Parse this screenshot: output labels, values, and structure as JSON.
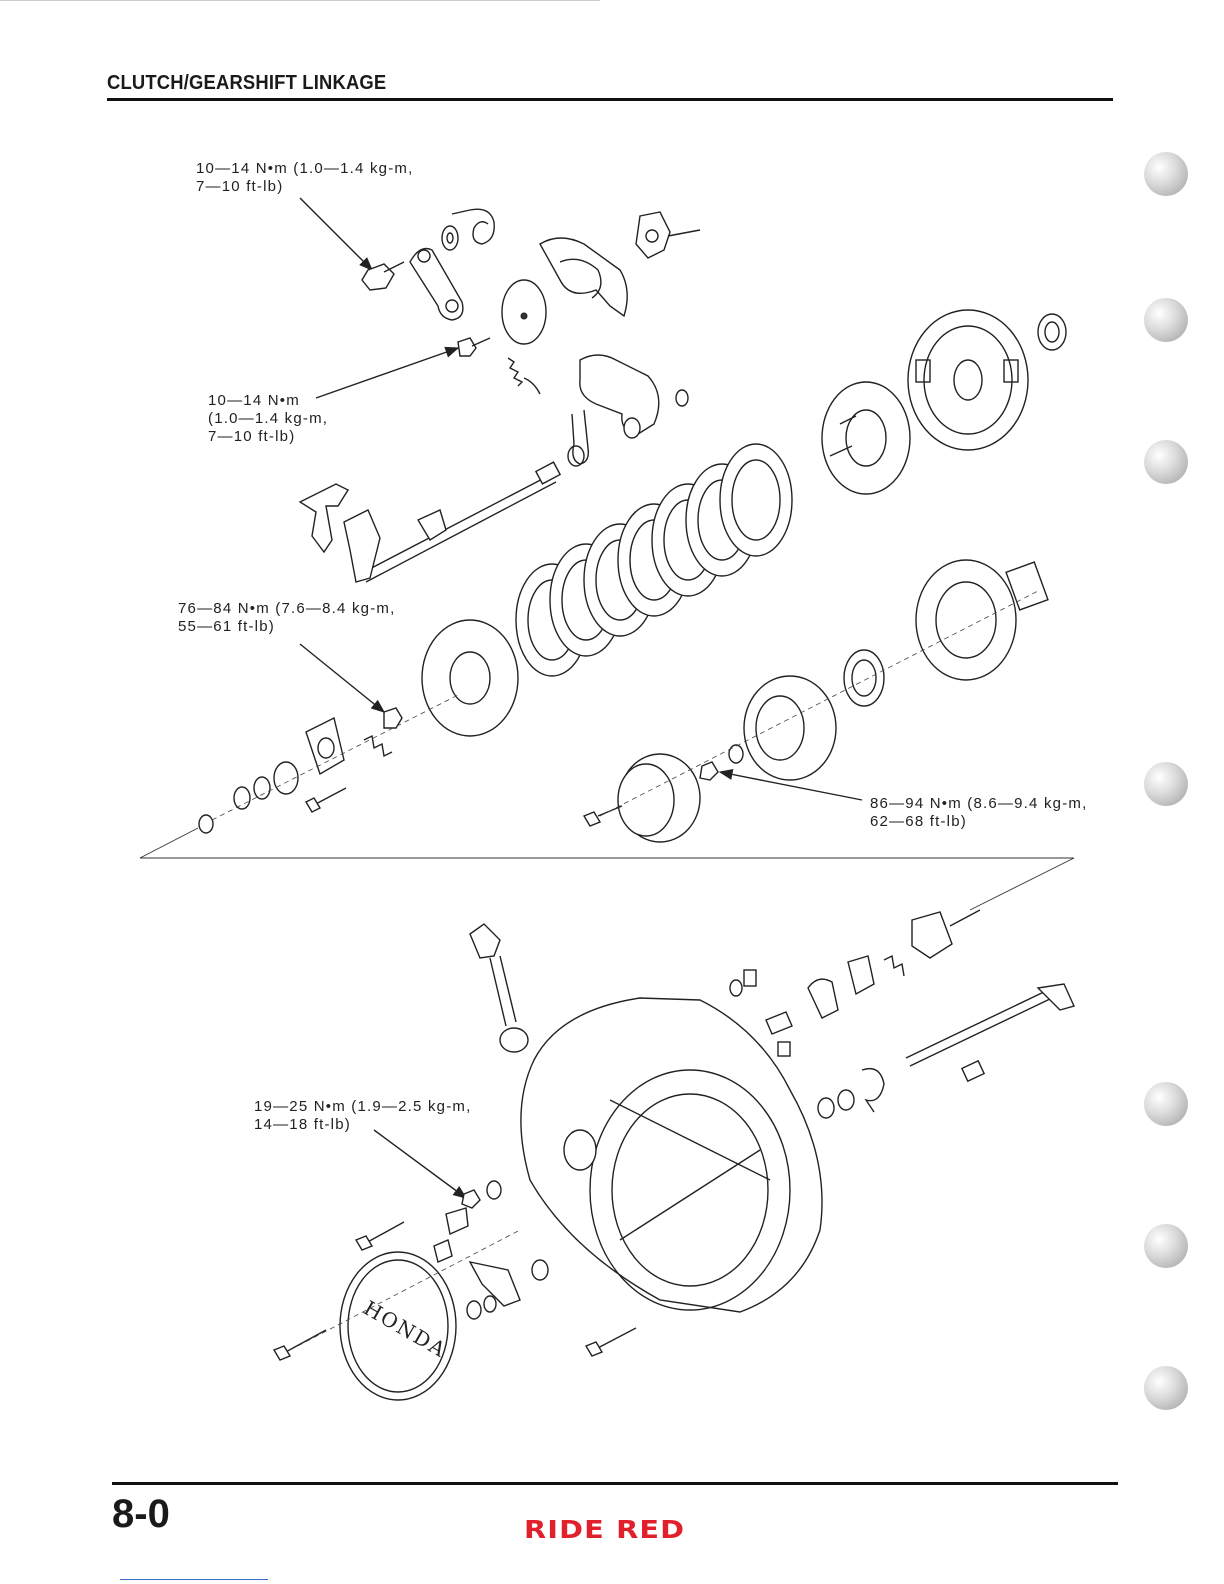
{
  "header": {
    "title": "CLUTCH/GEARSHIFT LINKAGE"
  },
  "callouts": {
    "c1": "10—14 N•m (1.0—1.4 kg-m,\n7—10 ft-lb)",
    "c2": "10—14 N•m\n(1.0—1.4 kg-m,\n7—10 ft-lb)",
    "c3": "76—84 N•m (7.6—8.4 kg-m,\n55—61 ft-lb)",
    "c4": "86—94 N•m (8.6—9.4 kg-m,\n62—68 ft-lb)",
    "c5": "19—25 N•m (1.9—2.5 kg-m,\n14—18 ft-lb)"
  },
  "diagram": {
    "cover_emblem": "HONDA"
  },
  "footer": {
    "page_number": "8-0",
    "brand": "RIDE RED"
  },
  "colors": {
    "brand": "#e0202a",
    "binder_hole": "#b8b8b8",
    "text": "#1a1a1a"
  }
}
